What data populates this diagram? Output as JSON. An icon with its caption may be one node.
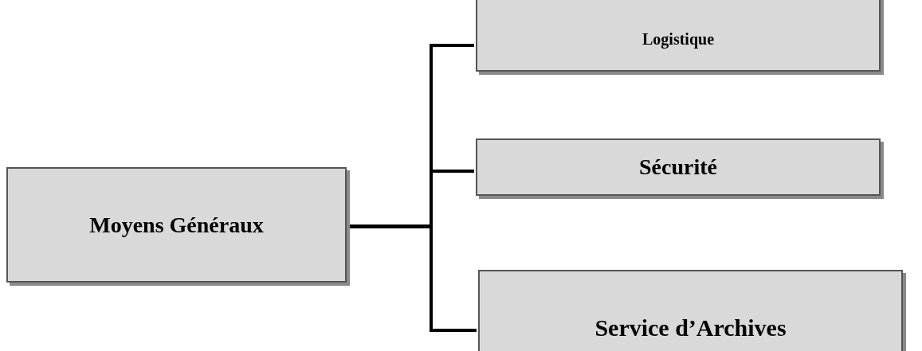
{
  "diagram": {
    "nodes": [
      {
        "text": [
          "Moyens Généraux"
        ]
      },
      {
        "text": [
          "Logistique"
        ]
      },
      {
        "text": [
          "Sécurité"
        ]
      },
      {
        "text": [
          "Service d’Archives"
        ]
      }
    ],
    "edges": [
      {
        "from": 0,
        "to": 1,
        "arrow": "none"
      },
      {
        "from": 0,
        "to": 2,
        "arrow": "none"
      },
      {
        "from": 0,
        "to": 3,
        "arrow": "none"
      }
    ]
  }
}
